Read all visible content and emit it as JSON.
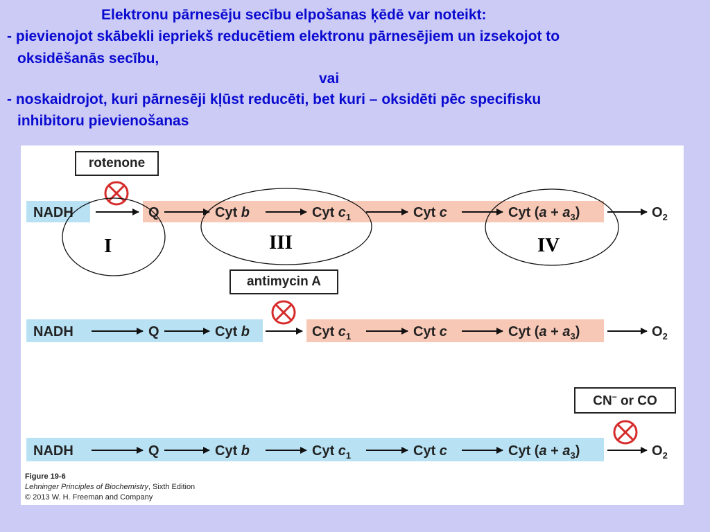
{
  "slide": {
    "title": "Elektronu pārnesēju secību elpošanas ķēdē var noteikt:",
    "bullet1_line1": "pievienojot skābekli iepriekš reducētiem elektronu pārnesējiem un izsekojot to",
    "bullet1_line2": "oksidēšanās secību,",
    "or_text": "vai",
    "bullet2_line1": "noskaidrojot, kuri pārnesēji kļūst reducēti, bet kuri – oksidēti pēc specifisku",
    "bullet2_line2": "inhibitoru pievienošanas",
    "dash": "-"
  },
  "figure": {
    "inhibitors": {
      "rotenone": "rotenone",
      "antimycin": "antimycin A",
      "cyanide_prefix": "CN",
      "cyanide_sup": "−",
      "cyanide_suffix": " or CO"
    },
    "chain": {
      "nadh": "NADH",
      "q": "Q",
      "cytb": "Cyt ",
      "cytb_italic": "b",
      "cytc1": "Cyt ",
      "cytc1_italic": "c",
      "cytc1_sub": "1",
      "cytc": "Cyt ",
      "cytc_italic": "c",
      "cytaa3_open": "Cyt (",
      "cytaa3_a": "a",
      "cytaa3_plus": " + ",
      "cytaa3_a3": "a",
      "cytaa3_sub": "3",
      "cytaa3_close": ")",
      "o2": "O",
      "o2_sub": "2"
    },
    "complexes": {
      "c1": "I",
      "c3": "III",
      "c4": "IV"
    },
    "caption": {
      "figure_label": "Figure 19-6",
      "book_title": "Lehninger Principles of Biochemistry",
      "edition": ", Sixth Edition",
      "copyright": "© 2013 W. H. Freeman and Company"
    },
    "colors": {
      "reduced": "#b8e2f4",
      "oxidized": "#f7c8b6",
      "inhibitor": "#d62b2b"
    }
  }
}
